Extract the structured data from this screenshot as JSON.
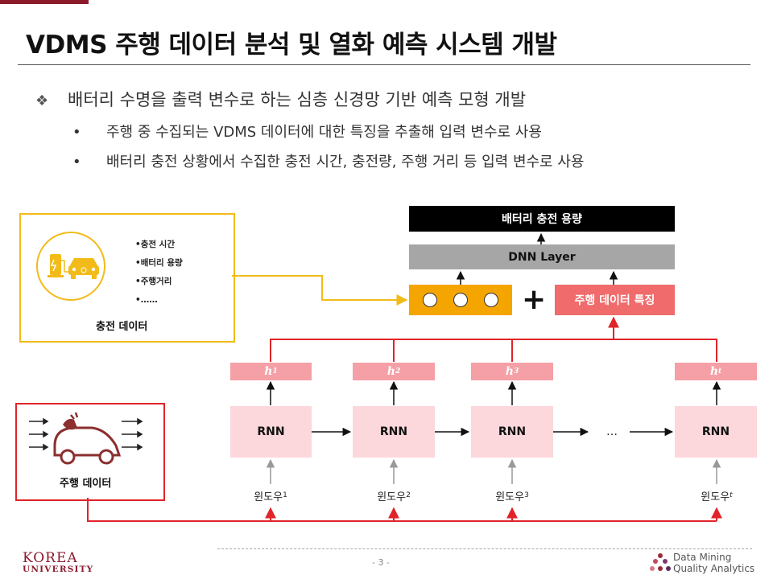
{
  "slide": {
    "title": "VDMS 주행 데이터 분석 및 열화 예측 시스템 개발",
    "bullet_main_mark": "❖",
    "bullet_main": "배터리 수명을 출력 변수로 하는 심층 신경망 기반 예측 모형 개발",
    "bullet_sub_mark": "•",
    "bullet_subs": [
      "주행 중 수집되는 VDMS 데이터에 대한 특징을 추출해 입력 변수로 사용",
      "배터리 충전 상황에서 수집한 충전 시간, 충전량, 주행 거리 등 입력 변수로 사용"
    ]
  },
  "diagram": {
    "charge_panel": {
      "label": "충전 데이터",
      "items": [
        "•충전 시간",
        "•배터리 용량",
        "•주행거리",
        "•……"
      ],
      "icon": "ev-charging-station-icon"
    },
    "drive_panel": {
      "label": "주행 데이터",
      "icon": "electric-car-motion-icon"
    },
    "output_label": "배터리 충전 용량",
    "dnn_label": "DNN Layer",
    "drive_feature_label": "주행 데이터 특징",
    "plus": "+",
    "hidden_prefix": "h",
    "hidden_subs": [
      "1",
      "2",
      "3",
      "t"
    ],
    "rnn_label": "RNN",
    "ellipsis": "…",
    "window_prefix": "윈도우",
    "window_subs": [
      "1",
      "2",
      "3",
      "t"
    ]
  },
  "footer": {
    "page": "- 3 -",
    "university_line1": "KOREA",
    "university_line2": "UNIVERSITY",
    "lab_line1": "Data Mining",
    "lab_line2": "Quality Analytics"
  },
  "colors": {
    "accent": "#8b1a2b",
    "charge_border": "#f2bb1a",
    "feature_orange": "#f5a500",
    "drive_red": "#e0242a",
    "drive_feature": "#f06b6b",
    "hidden": "#f5a0a6",
    "rnn": "#fcd8dc"
  }
}
